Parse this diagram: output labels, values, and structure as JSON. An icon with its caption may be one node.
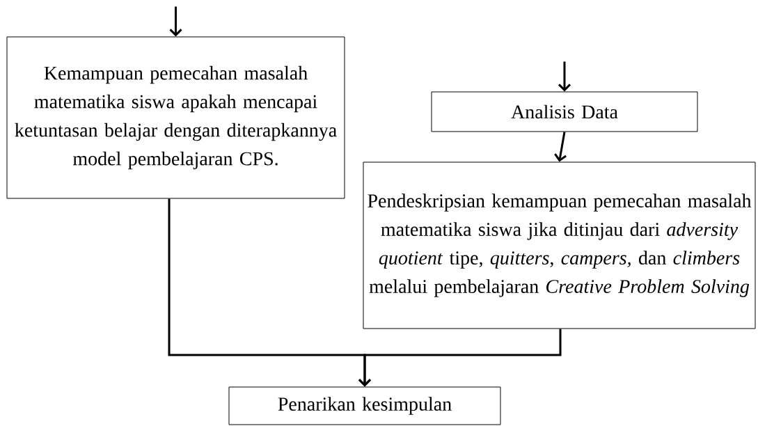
{
  "diagram": {
    "nodes": [
      {
        "text": [
          "Kemampuan pemecahan masalah matematika siswa apakah mencapai ketuntasan belajar dengan diterapkannya model pembelajaran CPS."
        ]
      },
      {
        "text": [
          "Analisis Data"
        ]
      },
      {
        "text": [
          "Pendeskripsian kemampuan pemecahan masalah matematika siswa jika ditinjau dari *adversity quotient* tipe, *quitters*, *campers,* dan *climbers* melalui pembelajaran *Creative Problem Solving*"
        ]
      },
      {
        "text": [
          "Penarikan kesimpulan"
        ]
      }
    ],
    "edges": [
      {
        "from": null,
        "to": 0,
        "arrow": "to"
      },
      {
        "from": null,
        "to": 1,
        "arrow": "to"
      },
      {
        "from": 1,
        "to": 2,
        "arrow": "to"
      },
      {
        "from": 0,
        "to": 3,
        "arrow": "to"
      },
      {
        "from": 2,
        "to": 3,
        "arrow": "to"
      }
    ]
  }
}
